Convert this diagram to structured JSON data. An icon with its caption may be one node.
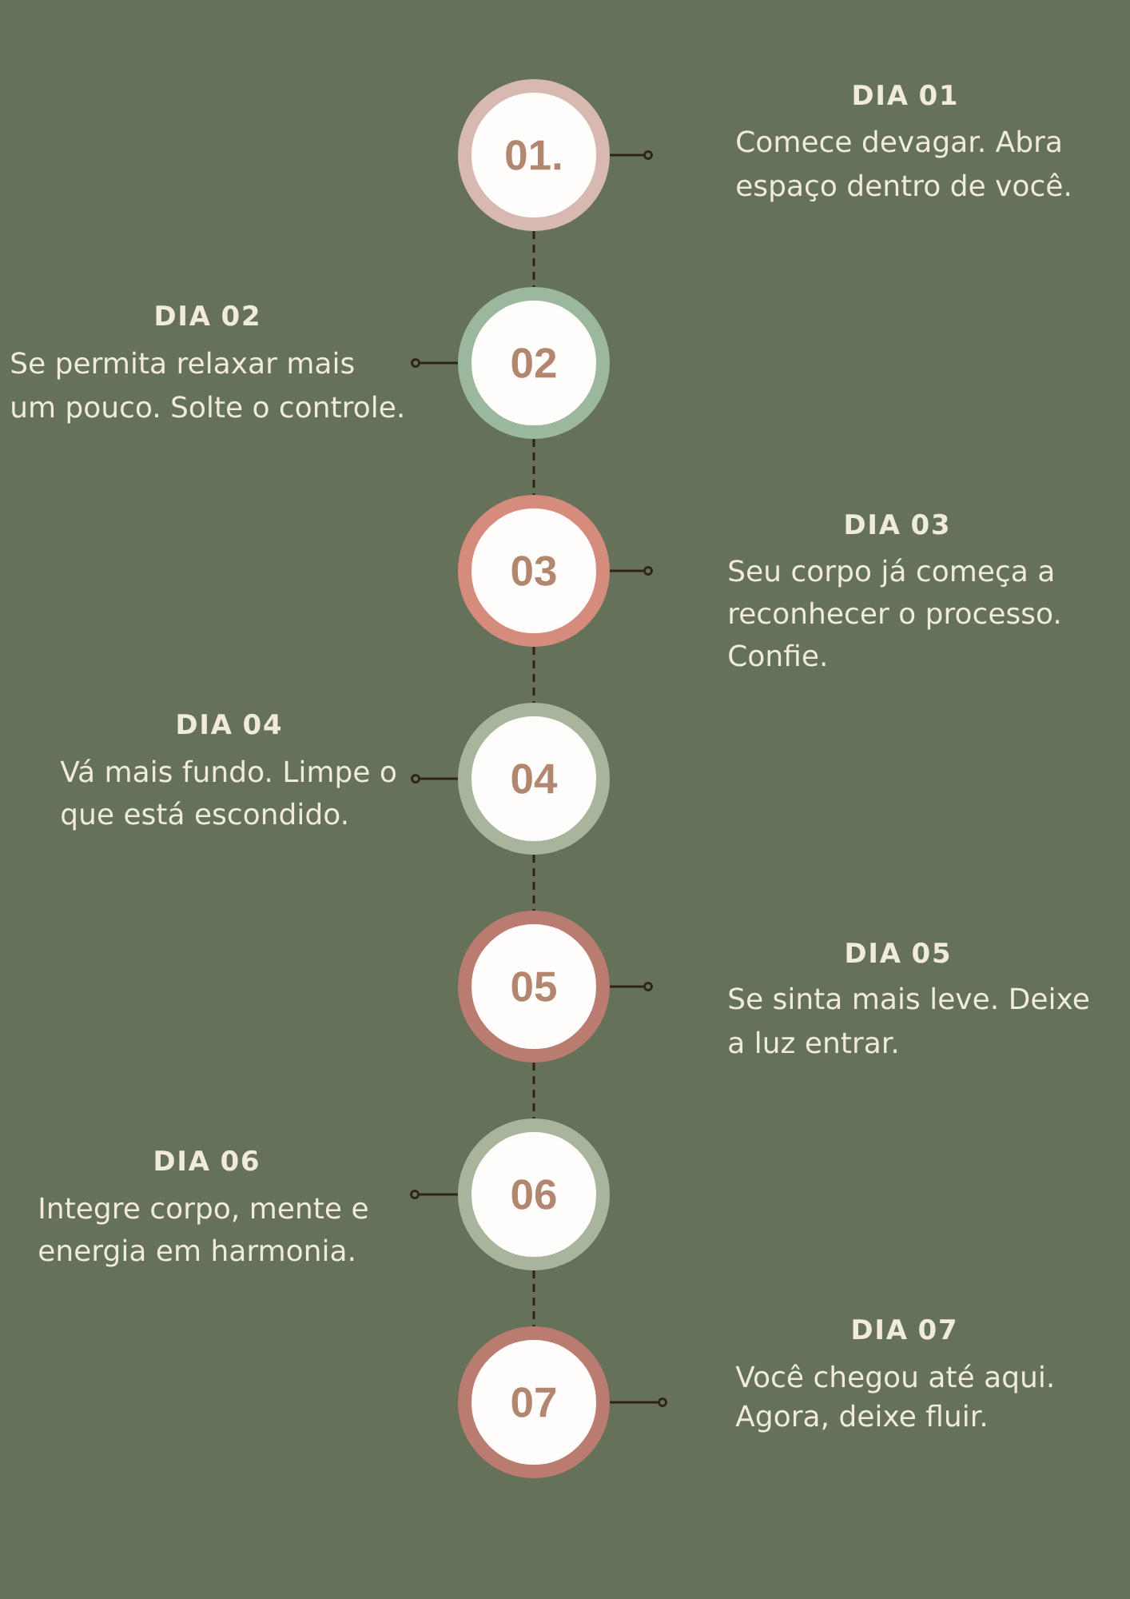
{
  "diagram": {
    "nodes": [
      {
        "text": [
          "01."
        ],
        "beside": [
          "DIA 01",
          "Comece devagar. Abra espaço dentro de você."
        ]
      },
      {
        "text": [
          "02"
        ],
        "beside": [
          "DIA 02",
          "Se permita relaxar mais um pouco. Solte o controle."
        ]
      },
      {
        "text": [
          "03"
        ],
        "beside": [
          "DIA 03",
          "Seu corpo já começa a reconhecer o processo. Confie."
        ]
      },
      {
        "text": [
          "04"
        ],
        "beside": [
          "DIA 04",
          "Vá mais fundo. Limpe o que está escondido."
        ]
      },
      {
        "text": [
          "05"
        ],
        "beside": [
          "DIA 05",
          "Se sinta mais leve. Deixe a luz entrar."
        ]
      },
      {
        "text": [
          "06"
        ],
        "beside": [
          "DIA 06",
          "Integre corpo, mente e energia em harmonia."
        ]
      },
      {
        "text": [
          "07"
        ],
        "beside": [
          "DIA 07",
          "Você chegou até aqui. Agora, deixe fluir."
        ]
      },
      {
        "text": [],
        "shape": "circle"
      },
      {
        "text": [],
        "shape": "circle"
      },
      {
        "text": [],
        "shape": "circle"
      },
      {
        "text": [],
        "shape": "circle"
      },
      {
        "text": [],
        "shape": "circle"
      },
      {
        "text": [],
        "shape": "circle"
      },
      {
        "text": [],
        "shape": "circle"
      }
    ],
    "edges": [
      {
        "from": 0,
        "to": 1,
        "arrow": "none",
        "style": "dashed"
      },
      {
        "from": 1,
        "to": 2,
        "arrow": "none",
        "style": "dashed"
      },
      {
        "from": 2,
        "to": 3,
        "arrow": "none",
        "style": "dashed"
      },
      {
        "from": 3,
        "to": 4,
        "arrow": "none",
        "style": "dashed"
      },
      {
        "from": 4,
        "to": 5,
        "arrow": "none",
        "style": "dashed"
      },
      {
        "from": 5,
        "to": 6,
        "arrow": "none",
        "style": "dashed"
      },
      {
        "from": 0,
        "to": 7,
        "arrow": "none"
      },
      {
        "from": 1,
        "to": 8,
        "arrow": "none"
      },
      {
        "from": 2,
        "to": 9,
        "arrow": "none"
      },
      {
        "from": 3,
        "to": 10,
        "arrow": "none"
      },
      {
        "from": 4,
        "to": 11,
        "arrow": "none"
      },
      {
        "from": 5,
        "to": 12,
        "arrow": "none"
      },
      {
        "from": 6,
        "to": 13,
        "arrow": "none"
      }
    ]
  }
}
